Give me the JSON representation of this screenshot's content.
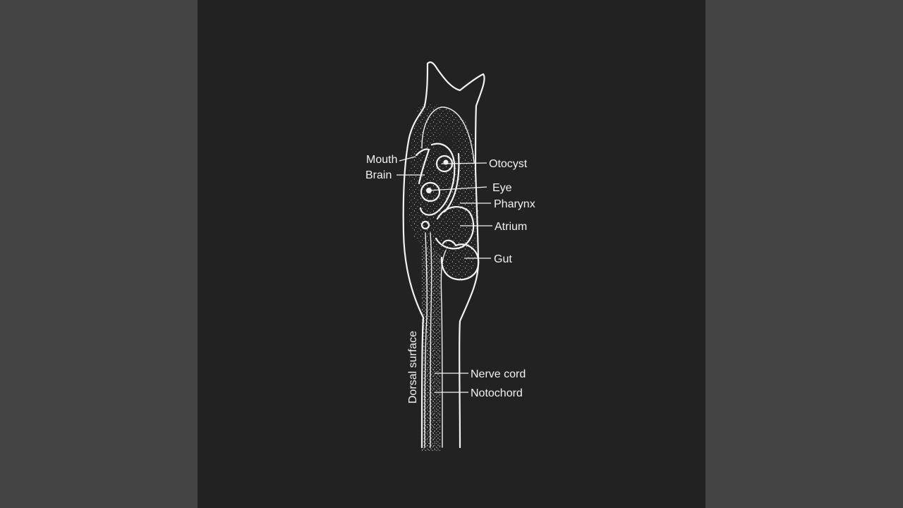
{
  "colors": {
    "outer_background": "#444444",
    "panel_background": "#222222",
    "line_color": "#f2f2f2"
  },
  "labels": {
    "mouth": "Mouth",
    "brain": "Brain",
    "otocyst": "Otocyst",
    "eye": "Eye",
    "pharynx": "Pharynx",
    "atrium": "Atrium",
    "gut": "Gut",
    "dorsal_surface": "Dorsal surface",
    "nerve_cord": "Nerve cord",
    "notochord": "Notochord"
  }
}
